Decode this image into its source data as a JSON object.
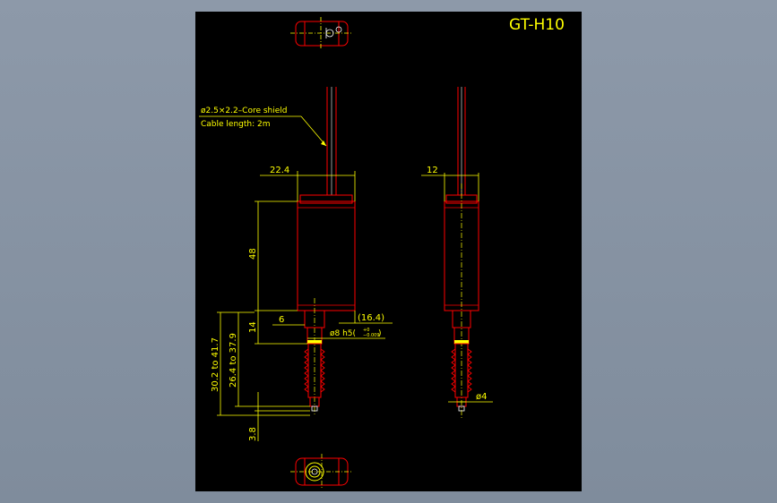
{
  "drawing": {
    "title": "GT-H10",
    "cable_note_line1": "ø2.5×2.2–Core shield",
    "cable_note_line2": "Cable length: 2m",
    "dims": {
      "width_front": "22.4",
      "height_body": "48",
      "neck_offset": "6",
      "ref_16_4": "(16.4)",
      "shaft_spec_main": "ø8 h5(",
      "tol_upper": "+0",
      "tol_lower": "−0.009",
      "shaft_spec_close": ")",
      "length_14": "14",
      "range_outer": "30.2 to 41.7",
      "range_inner": "26.4 to 37.9",
      "tip_3_8": "3.8",
      "width_side": "12",
      "tip_dia": "ø4"
    }
  },
  "colors": {
    "background": "#000000",
    "outline": "#ff0000",
    "dimension": "#ffff00",
    "detail": "#ffffff"
  }
}
